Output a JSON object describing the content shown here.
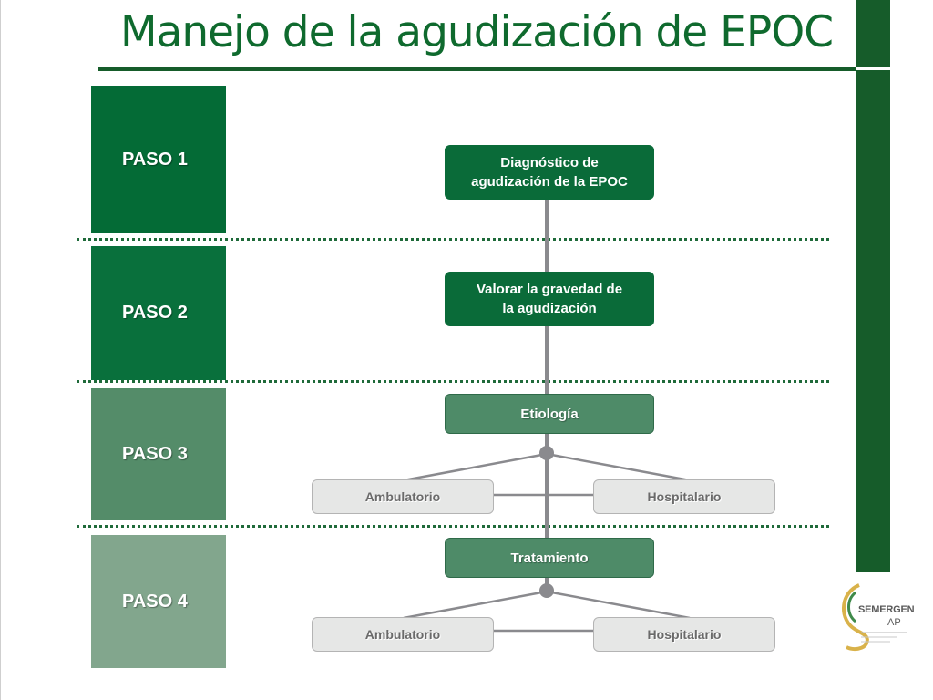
{
  "slide": {
    "title": "Manejo de la agudización de EPOC"
  },
  "steps": [
    {
      "label": "PASO 1",
      "color": "#046b36"
    },
    {
      "label": "PASO 2",
      "color": "#09703c"
    },
    {
      "label": "PASO 3",
      "color": "#548c69"
    },
    {
      "label": "PASO 4",
      "color": "#82a68d"
    }
  ],
  "flow": {
    "diagnosis": "Diagnóstico de\nagudización de la EPOC",
    "severity": "Valorar la gravedad de\nla agudización",
    "etiology": "Etiología",
    "etiology_options": [
      "Ambulatorio",
      "Hospitalario"
    ],
    "treatment": "Tratamiento",
    "treatment_options": [
      "Ambulatorio",
      "Hospitalario"
    ]
  },
  "logo": {
    "name": "SEMERGEN",
    "suffix": "AP"
  },
  "colors": {
    "title": "#0f6a2e",
    "accent_dark": "#165c2a",
    "connector": "#8a8a8e"
  }
}
